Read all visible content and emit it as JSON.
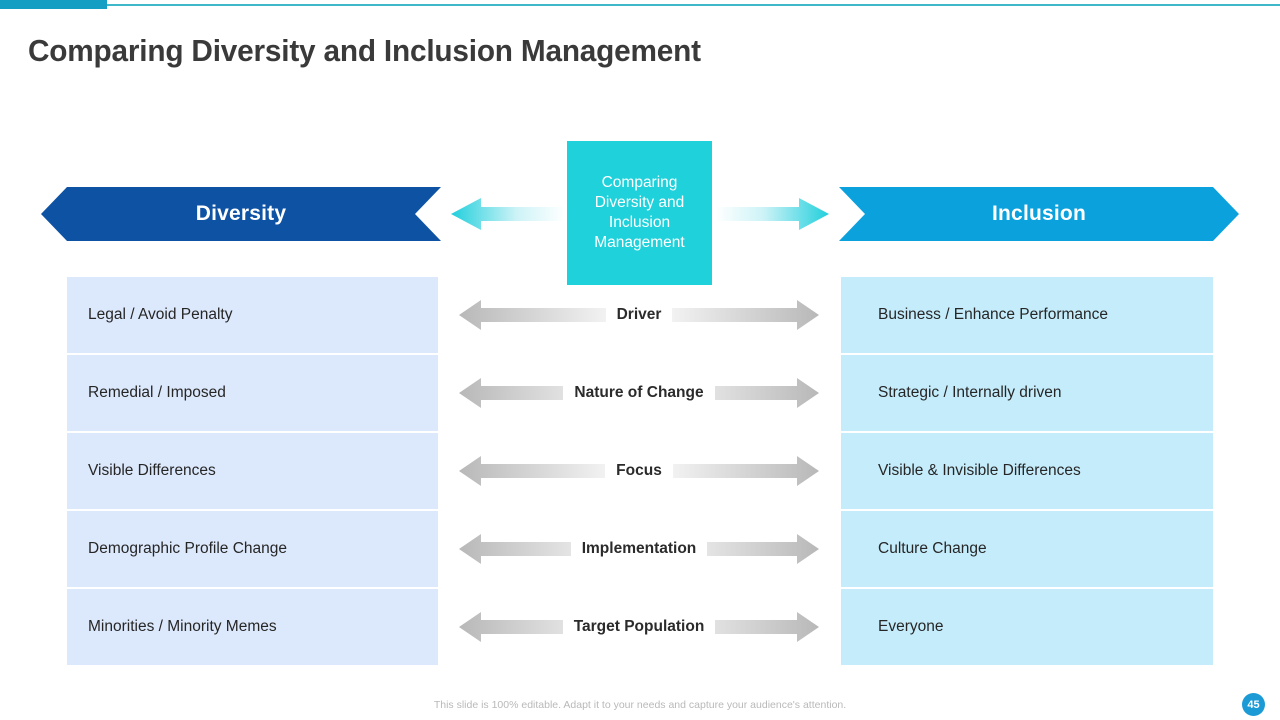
{
  "slide": {
    "title": "Comparing Diversity and Inclusion Management",
    "footer_note": "This slide is 100% editable. Adapt it to your needs and capture your audience's attention.",
    "page_number": "45"
  },
  "colors": {
    "accent_teal": "#3fb9c9",
    "accent_teal_dark": "#159ec4",
    "hub_cyan": "#1fd1da",
    "diversity_blue": "#0e52a4",
    "inclusion_blue": "#0ba1dd",
    "left_cell_bg": "#dce8fb",
    "right_cell_bg": "#c5ecfb",
    "title_gray": "#3a3a3a",
    "badge_blue": "#1c9ad6"
  },
  "hub": {
    "label": "Comparing Diversity and Inclusion Management"
  },
  "banners": {
    "left": "Diversity",
    "right": "Inclusion"
  },
  "comparison": {
    "rows": [
      {
        "criterion": "Driver",
        "diversity": "Legal / Avoid Penalty",
        "inclusion": "Business / Enhance Performance"
      },
      {
        "criterion": "Nature of Change",
        "diversity": "Remedial / Imposed",
        "inclusion": "Strategic / Internally driven"
      },
      {
        "criterion": "Focus",
        "diversity": "Visible Differences",
        "inclusion": "Visible & Invisible Differences"
      },
      {
        "criterion": "Implementation",
        "diversity": "Demographic Profile Change",
        "inclusion": "Culture Change"
      },
      {
        "criterion": "Target Population",
        "diversity": "Minorities / Minority Memes",
        "inclusion": "Everyone"
      }
    ]
  }
}
